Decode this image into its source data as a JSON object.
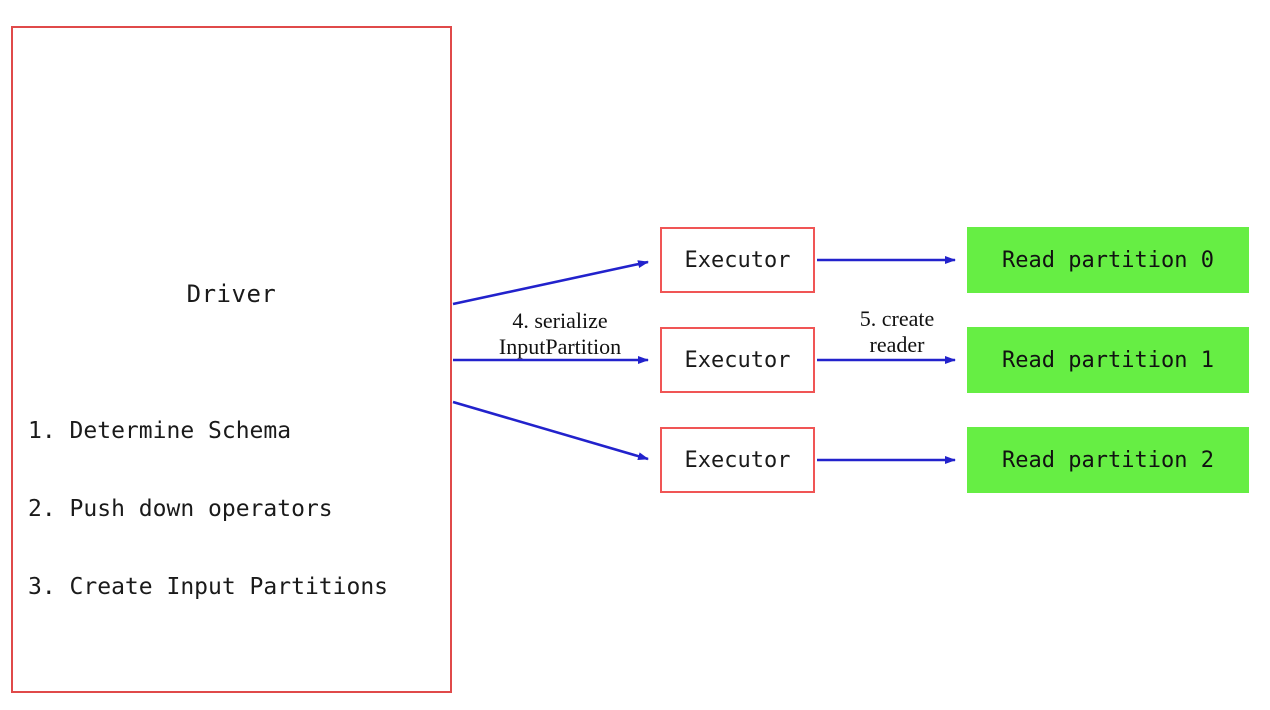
{
  "diagram": {
    "driver": {
      "title": "Driver",
      "steps": [
        "1. Determine Schema",
        "2. Push down operators",
        "3. Create Input Partitions"
      ]
    },
    "executors": [
      {
        "label": "Executor"
      },
      {
        "label": "Executor"
      },
      {
        "label": "Executor"
      }
    ],
    "partitions": [
      {
        "label": "Read partition 0"
      },
      {
        "label": "Read partition 1"
      },
      {
        "label": "Read partition 2"
      }
    ],
    "edge_labels": {
      "serialize": {
        "line1": "4. serialize",
        "line2": "InputPartition"
      },
      "create_reader": {
        "line1": "5. create",
        "line2": "reader"
      }
    },
    "colors": {
      "box_border_red": "#e04a4a",
      "executor_border_red": "#f05555",
      "partition_green": "#66ee44",
      "arrow_blue": "#2222cc",
      "text_black": "#1a1a1a",
      "background": "#ffffff"
    }
  }
}
